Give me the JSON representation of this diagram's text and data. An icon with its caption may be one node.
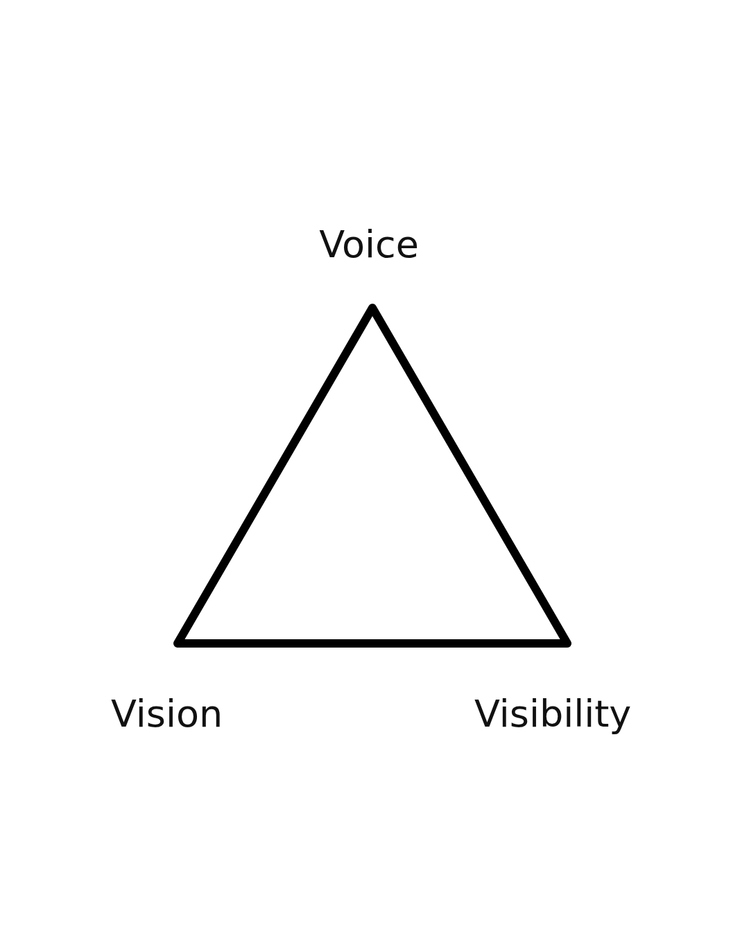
{
  "diagram": {
    "nodes": [
      {
        "text": [],
        "shape": "triangle",
        "beside": [
          "Voice",
          "Vision",
          "Visibility"
        ]
      }
    ]
  }
}
